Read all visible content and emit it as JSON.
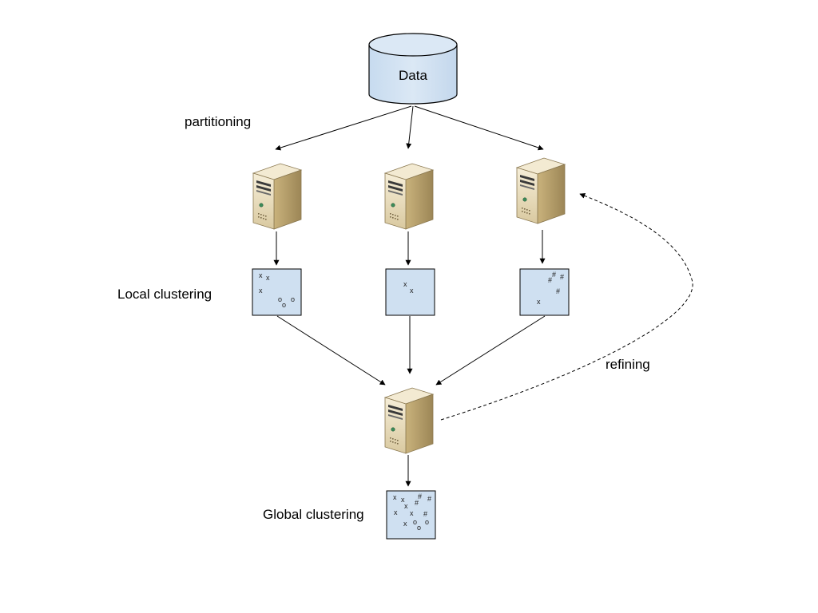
{
  "labels": {
    "data": "Data",
    "partitioning": "partitioning",
    "local_clustering": "Local clustering",
    "refining": "refining",
    "global_clustering": "Global clustering"
  },
  "clusters": {
    "local": [
      [
        "x",
        "x",
        "x",
        "o",
        "o",
        "o"
      ],
      [
        "x",
        "x"
      ],
      [
        "#",
        "#",
        "#",
        "#",
        "x"
      ]
    ],
    "global": [
      "x",
      "x",
      "#",
      "#",
      "x",
      "#",
      "x",
      "x",
      "#",
      "x",
      "o",
      "o",
      "o"
    ]
  },
  "colors": {
    "box_fill": "#cfe0f1",
    "stroke": "#000000",
    "server_light": "#efe4c8",
    "server_mid": "#d6c497",
    "server_dark": "#b5a070",
    "led": "#3c8d5a"
  },
  "icons": {
    "server": "server-icon",
    "database": "database-icon"
  }
}
